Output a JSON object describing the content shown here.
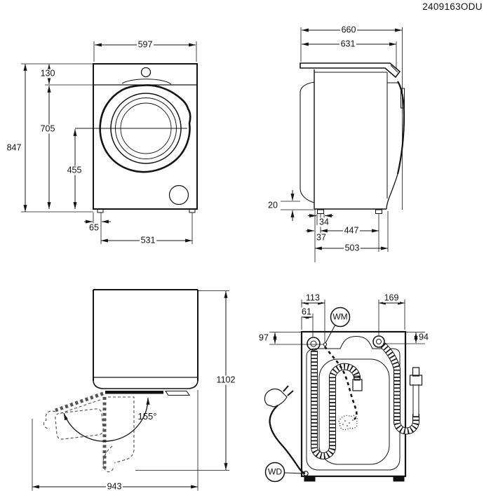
{
  "title_code": "2409163ODU",
  "views": {
    "front": {
      "labels": {
        "width": "597",
        "overall_height": "847",
        "top_panel_height": "130",
        "door_axis_height": "705",
        "door_center_height": "455",
        "side_to_foot": "65",
        "feet_span": "531"
      }
    },
    "side": {
      "labels": {
        "overall_depth": "660",
        "body_depth": "631",
        "rear_clearance": "20",
        "foot_length": "34",
        "feet_distance": "447",
        "front_to_foot": "37",
        "base_depth": "503"
      }
    },
    "top": {
      "labels": {
        "depth_door_open": "1102",
        "width_door_open": "943",
        "door_opening_angle": "155°"
      }
    },
    "rear": {
      "labels": {
        "drain_hose_offset": "113",
        "cord_offset": "61",
        "inlet_hose_offset": "169",
        "left_top_offset": "97",
        "right_top_offset": "94"
      },
      "callouts": {
        "water_mains": "WM",
        "water_drain": "WD"
      }
    }
  }
}
